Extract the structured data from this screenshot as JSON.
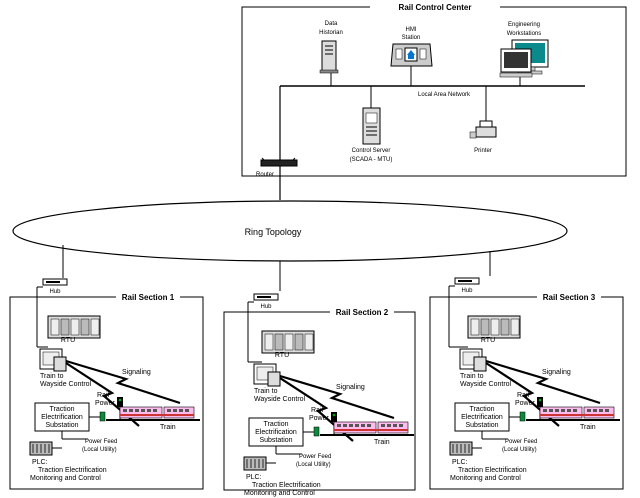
{
  "control_center": {
    "title": "Rail Control Center",
    "data_historian": [
      "Data",
      "Historian"
    ],
    "hmi_station": [
      "HMI",
      "Station"
    ],
    "engineering_workstations": [
      "Engineering",
      "Workstations"
    ],
    "lan_label": "Local Area Network",
    "control_server": [
      "Control Server",
      "(SCADA - MTU)"
    ],
    "printer": "Printer",
    "router": "Router"
  },
  "ring_label": "Ring Topology",
  "sections": [
    {
      "title": "Rail Section 1",
      "hub": "Hub",
      "rtu": "RTU",
      "wayside": [
        "Train to",
        "Wayside Control"
      ],
      "signaling": "Signaling",
      "rail_power": [
        "Rail",
        "Power"
      ],
      "substation": [
        "Traction",
        "Electrification",
        "Substation"
      ],
      "train": "Train",
      "power_feed": [
        "Power Feed",
        "(Local Utility)"
      ],
      "plc": [
        "PLC:",
        "Traction Electrification",
        "Monitoring and Control"
      ]
    },
    {
      "title": "Rail Section 2",
      "hub": "Hub",
      "rtu": "RTU",
      "wayside": [
        "Train to",
        "Wayside Control"
      ],
      "signaling": "Signaling",
      "rail_power": [
        "Rail",
        "Power"
      ],
      "substation": [
        "Traction",
        "Electrification",
        "Substation"
      ],
      "train": "Train",
      "power_feed": [
        "Power Feed",
        "(Local Utility)"
      ],
      "plc": [
        "PLC:",
        "Traction Electrification",
        "Monitoring and Control"
      ]
    },
    {
      "title": "Rail Section 3",
      "hub": "Hub",
      "rtu": "RTU",
      "wayside": [
        "Train to",
        "Wayside Control"
      ],
      "signaling": "Signaling",
      "rail_power": [
        "Rail",
        "Power"
      ],
      "substation": [
        "Traction",
        "Electrification",
        "Substation"
      ],
      "train": "Train",
      "power_feed": [
        "Power Feed",
        "(Local Utility)"
      ],
      "plc": [
        "PLC:",
        "Traction Electrification",
        "Monitoring and Control"
      ]
    }
  ]
}
